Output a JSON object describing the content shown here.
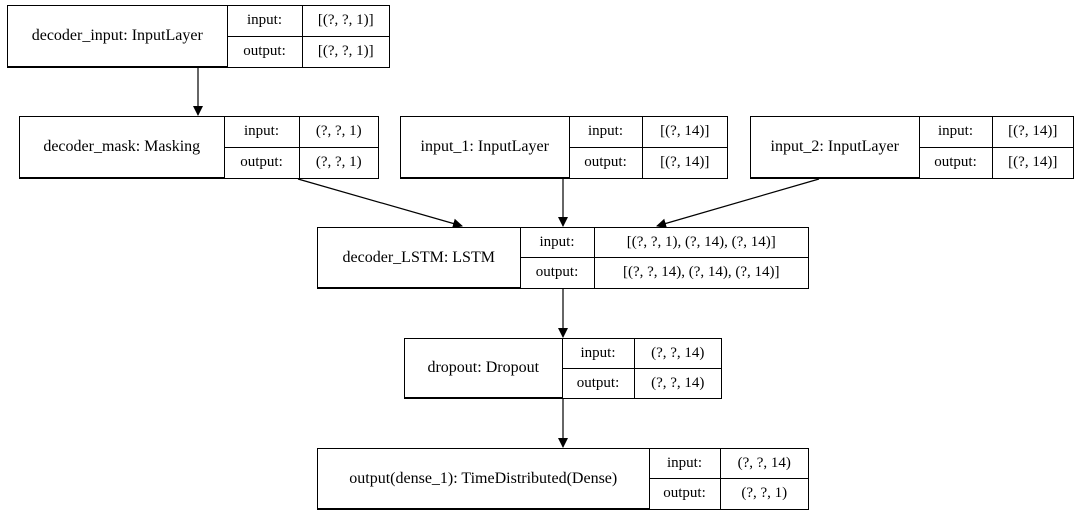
{
  "nodes": [
    {
      "id": "decoder_input",
      "name": "decoder_input: InputLayer",
      "in_label": "input:",
      "in_value": "[(?, ?, 1)]",
      "out_label": "output:",
      "out_value": "[(?, ?, 1)]"
    },
    {
      "id": "decoder_mask",
      "name": "decoder_mask: Masking",
      "in_label": "input:",
      "in_value": "(?, ?, 1)",
      "out_label": "output:",
      "out_value": "(?, ?, 1)"
    },
    {
      "id": "input_1",
      "name": "input_1: InputLayer",
      "in_label": "input:",
      "in_value": "[(?, 14)]",
      "out_label": "output:",
      "out_value": "[(?, 14)]"
    },
    {
      "id": "input_2",
      "name": "input_2: InputLayer",
      "in_label": "input:",
      "in_value": "[(?, 14)]",
      "out_label": "output:",
      "out_value": "[(?, 14)]"
    },
    {
      "id": "decoder_lstm",
      "name": "decoder_LSTM: LSTM",
      "in_label": "input:",
      "in_value": "[(?, ?, 1), (?, 14), (?, 14)]",
      "out_label": "output:",
      "out_value": "[(?, ?, 14), (?, 14), (?, 14)]"
    },
    {
      "id": "dropout",
      "name": "dropout: Dropout",
      "in_label": "input:",
      "in_value": "(?, ?, 14)",
      "out_label": "output:",
      "out_value": "(?, ?, 14)"
    },
    {
      "id": "output",
      "name": "output(dense_1): TimeDistributed(Dense)",
      "in_label": "input:",
      "in_value": "(?, ?, 14)",
      "out_label": "output:",
      "out_value": "(?, ?, 1)"
    }
  ],
  "edges": [
    {
      "from": "decoder_input",
      "to": "decoder_mask"
    },
    {
      "from": "decoder_mask",
      "to": "decoder_lstm"
    },
    {
      "from": "input_1",
      "to": "decoder_lstm"
    },
    {
      "from": "input_2",
      "to": "decoder_lstm"
    },
    {
      "from": "decoder_lstm",
      "to": "dropout"
    },
    {
      "from": "dropout",
      "to": "output"
    }
  ]
}
